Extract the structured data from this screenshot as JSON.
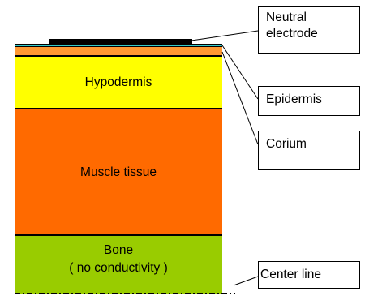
{
  "layers": {
    "hypodermis": "Hypodermis",
    "muscle": "Muscle tissue",
    "bone_line1": "Bone",
    "bone_line2": "( no conductivity )"
  },
  "labels": {
    "neutral_electrode_line1": "Neutral",
    "neutral_electrode_line2": "electrode",
    "epidermis": "Epidermis",
    "corium": "Corium",
    "center_line": "Center line"
  },
  "colors": {
    "hypodermis": "#ffff00",
    "muscle": "#ff6a00",
    "bone": "#99cc00",
    "epidermis": "#33cccc",
    "corium": "#ff9933",
    "electrode": "#000000"
  }
}
